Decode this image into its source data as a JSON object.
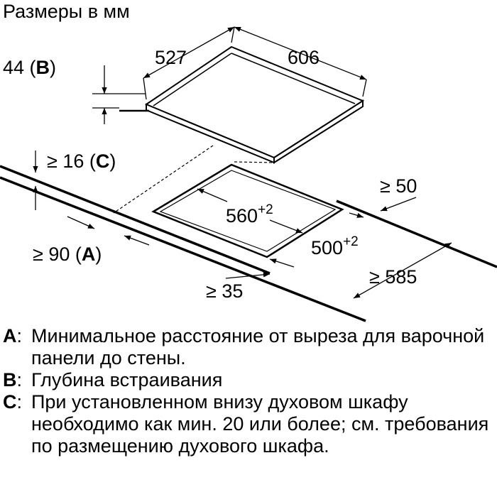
{
  "title": "Размеры в мм",
  "dimensions": {
    "top_width": "527",
    "top_depth": "606",
    "thickness_value": "44 (",
    "thickness_key": "B",
    "gap_value": "≥ 16 (",
    "gap_key": "C",
    "wall_value": "≥ 90 (",
    "wall_key": "A",
    "cutout_width_base": "560",
    "cutout_width_tol": "+2",
    "cutout_depth_base": "500",
    "cutout_depth_tol": "+2",
    "rear_min": "≥ 50",
    "front_min": "≥ 35",
    "depth_min": "≥ 585"
  },
  "legend": [
    {
      "key": "A",
      "sep": ":",
      "text": "Минимальное расстояние от выреза для варочной панели до стены."
    },
    {
      "key": "B",
      "sep": ":",
      "text": "Глубина встраивания"
    },
    {
      "key": "C",
      "sep": ":",
      "text": "При установленном внизу духовом шкафу необходимо как мин. 20 или более; см. требования по размещению духового шкафа."
    }
  ]
}
